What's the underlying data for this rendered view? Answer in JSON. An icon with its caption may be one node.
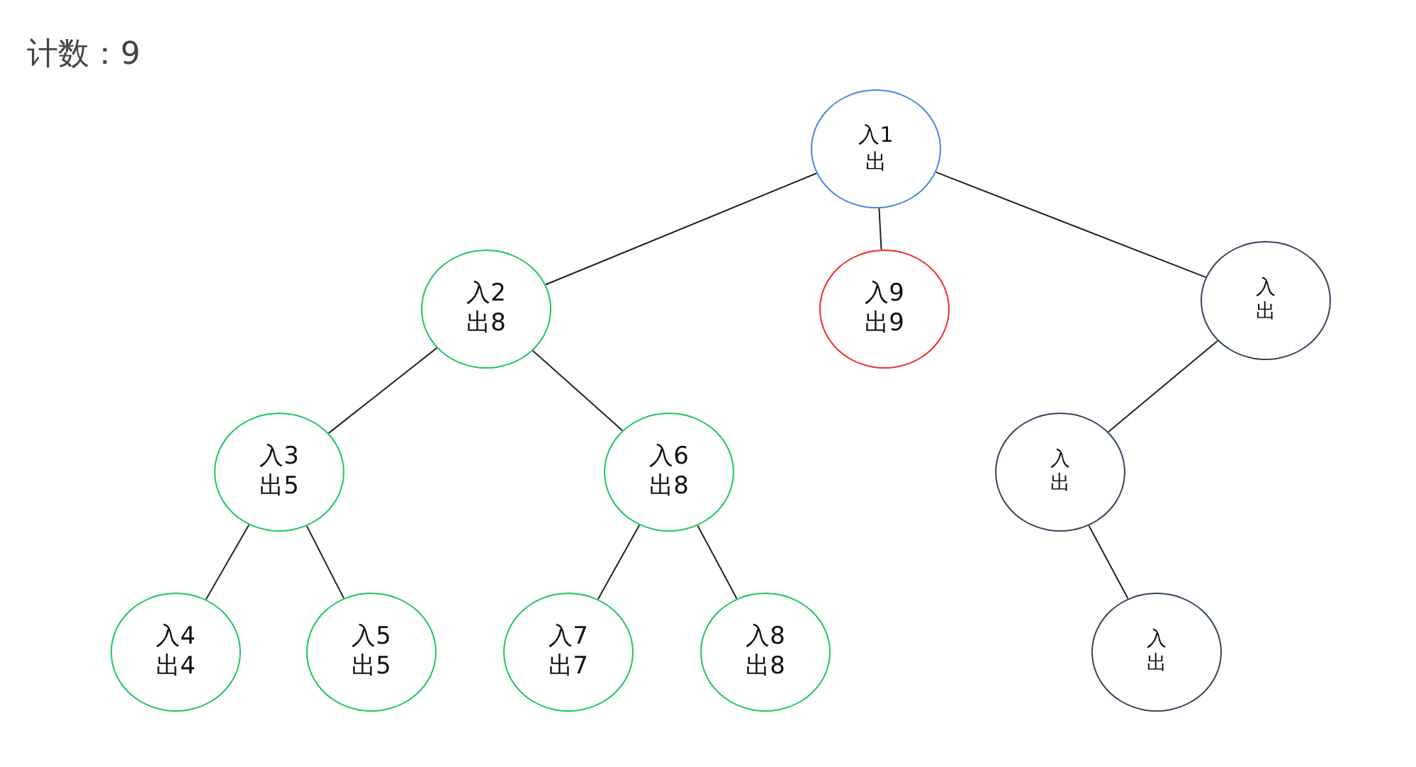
{
  "diagram": {
    "nodes": [
      {
        "text": [
          "入1",
          "出"
        ]
      },
      {
        "text": [
          "入2",
          "出8"
        ]
      },
      {
        "text": [
          "入9",
          "出9"
        ]
      },
      {
        "text": [
          "入",
          "出"
        ]
      },
      {
        "text": [
          "入3",
          "出5"
        ]
      },
      {
        "text": [
          "入6",
          "出8"
        ]
      },
      {
        "text": [
          "入",
          "出"
        ]
      },
      {
        "text": [
          "入4",
          "出4"
        ]
      },
      {
        "text": [
          "入5",
          "出5"
        ]
      },
      {
        "text": [
          "入7",
          "出7"
        ]
      },
      {
        "text": [
          "入8",
          "出8"
        ]
      },
      {
        "text": [
          "入",
          "出"
        ]
      }
    ],
    "edges": [
      {
        "from": 0,
        "to": 1,
        "arrow": "none"
      },
      {
        "from": 0,
        "to": 2,
        "arrow": "none"
      },
      {
        "from": 0,
        "to": 3,
        "arrow": "none"
      },
      {
        "from": 1,
        "to": 4,
        "arrow": "none"
      },
      {
        "from": 1,
        "to": 5,
        "arrow": "none"
      },
      {
        "from": 3,
        "to": 6,
        "arrow": "none"
      },
      {
        "from": 4,
        "to": 7,
        "arrow": "none"
      },
      {
        "from": 4,
        "to": 8,
        "arrow": "none"
      },
      {
        "from": 5,
        "to": 9,
        "arrow": "none"
      },
      {
        "from": 5,
        "to": 10,
        "arrow": "none"
      },
      {
        "from": 6,
        "to": 11,
        "arrow": "none"
      }
    ],
    "labels": [
      "计数：9"
    ]
  }
}
